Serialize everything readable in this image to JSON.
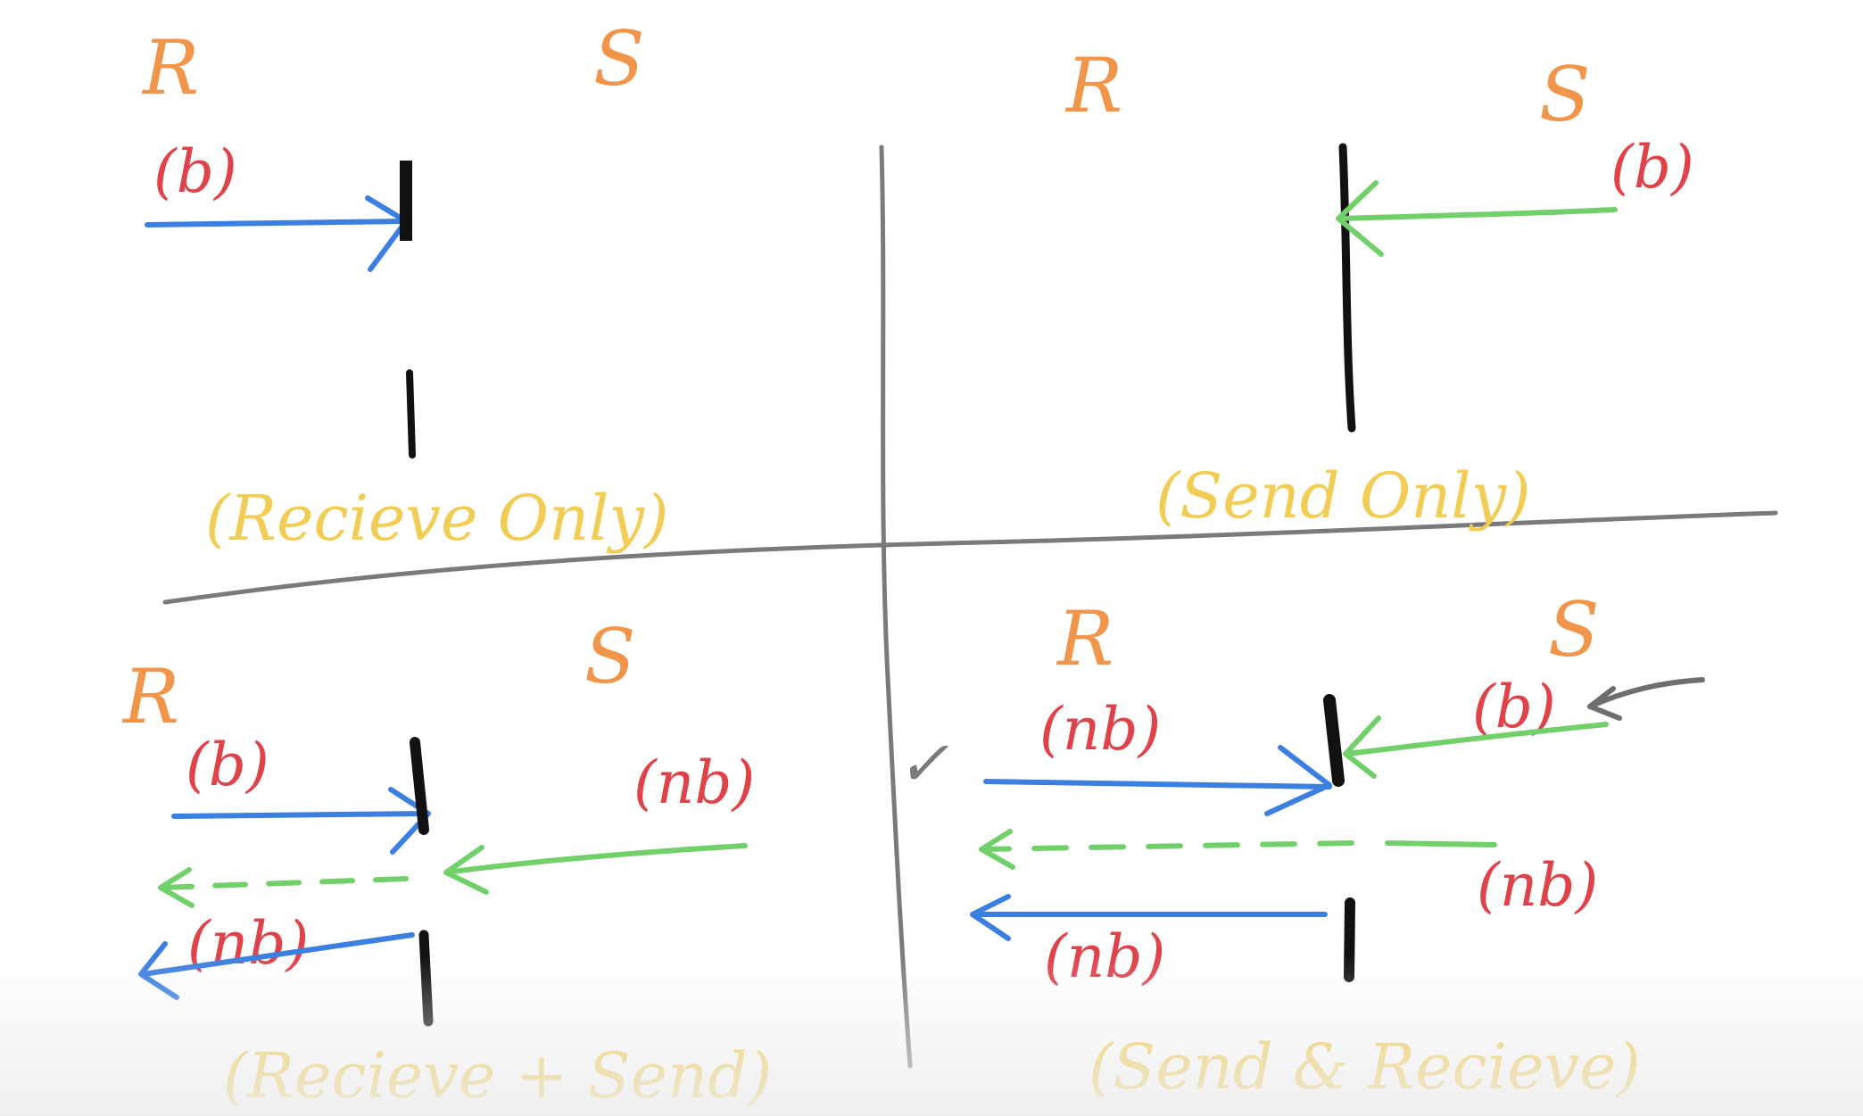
{
  "colors": {
    "role_label": "#f0954a",
    "mode_label": "#e0424a",
    "receive_arrow": "#3b7fe0",
    "send_arrow": "#72d06a",
    "blocking_bar": "#111111",
    "divider": "#7a7a7a",
    "caption": "#f2cd55",
    "extra_arrow": "#6e6e6e"
  },
  "quadrants": {
    "top_left": {
      "receiver_label": "R",
      "sender_label": "S",
      "receive_mode": "(b)",
      "caption": "(Recieve Only)"
    },
    "top_right": {
      "receiver_label": "R",
      "sender_label": "S",
      "send_mode": "(b)",
      "caption": "(Send Only)"
    },
    "bottom_left": {
      "receiver_label": "R",
      "sender_label": "S",
      "receive_mode": "(b)",
      "send_mode": "(nb)",
      "second_receive_mode": "(nb)",
      "caption": "(Recieve + Send)"
    },
    "bottom_right": {
      "receiver_label": "R",
      "sender_label": "S",
      "receive_mode": "(nb)",
      "send_mode": "(b)",
      "second_send_mode": "(nb)",
      "second_receive_mode": "(nb)",
      "caption": "(Send & Recieve)",
      "check_mark": "✓"
    }
  }
}
